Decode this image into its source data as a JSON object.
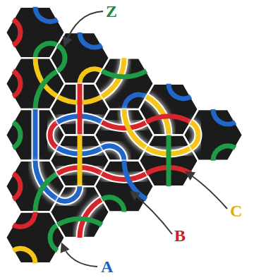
{
  "diagram": {
    "labels": [
      "Z",
      "A",
      "B",
      "C"
    ]
  }
}
